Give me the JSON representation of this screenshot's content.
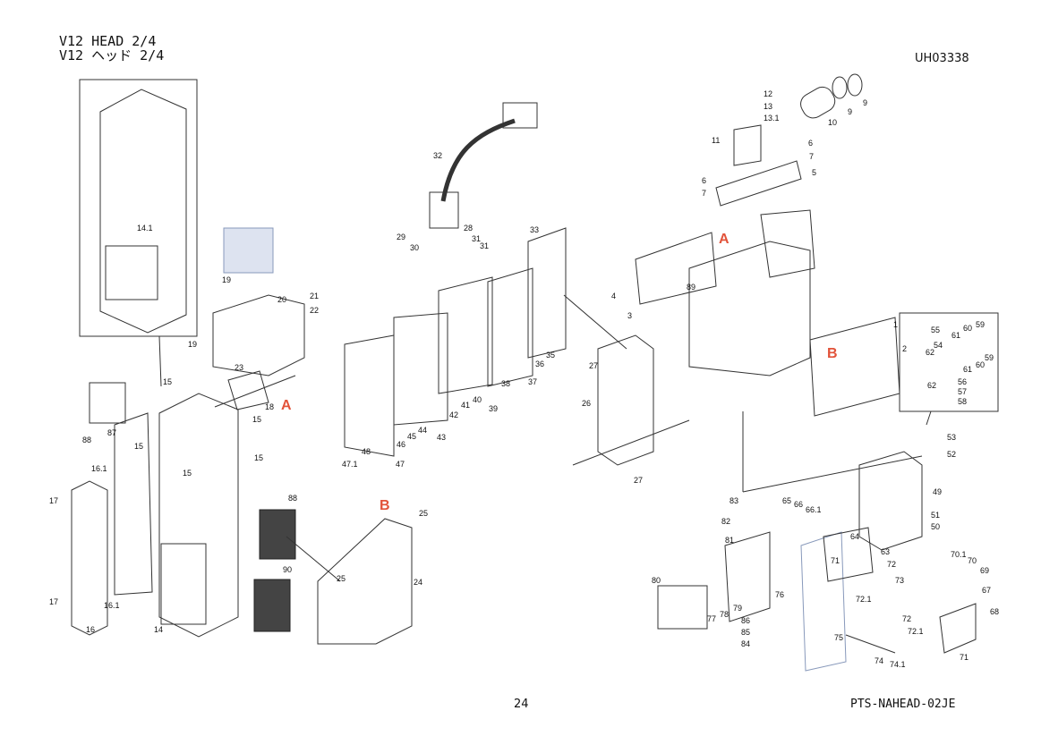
{
  "header": {
    "title_en": "V12 HEAD  2/4",
    "title_ja": "V12 ヘッド  2/4",
    "drawing_code": "UH03338"
  },
  "footer": {
    "page_number": "24",
    "document_ref": "PTS-NAHEAD-02JE"
  },
  "reference_marks": [
    "A",
    "A",
    "B",
    "B"
  ],
  "callouts": [
    "14.1",
    "15",
    "15",
    "15",
    "15",
    "15",
    "16",
    "16.1",
    "16.1",
    "17",
    "17",
    "14",
    "88",
    "87",
    "88",
    "90",
    "19",
    "19",
    "20",
    "21",
    "22",
    "23",
    "18",
    "25",
    "25",
    "24",
    "32",
    "28",
    "29",
    "30",
    "31",
    "31",
    "33",
    "26",
    "27",
    "27",
    "47",
    "47.1",
    "48",
    "46",
    "45",
    "44",
    "43",
    "42",
    "41",
    "40",
    "39",
    "38",
    "37",
    "36",
    "35",
    "1",
    "2",
    "3",
    "4",
    "89",
    "5",
    "6",
    "6",
    "7",
    "7",
    "9",
    "9",
    "10",
    "11",
    "12",
    "13",
    "13.1",
    "55",
    "54",
    "59",
    "59",
    "60",
    "60",
    "61",
    "61",
    "62",
    "62",
    "56",
    "57",
    "58",
    "53",
    "52",
    "49",
    "51",
    "50",
    "83",
    "82",
    "65",
    "66",
    "66.1",
    "81",
    "64",
    "63",
    "71",
    "72",
    "73",
    "72",
    "72.1",
    "72.1",
    "70.1",
    "70",
    "69",
    "67",
    "68",
    "71",
    "80",
    "76",
    "77",
    "78",
    "79",
    "86",
    "85",
    "84",
    "75",
    "74",
    "74.1"
  ]
}
